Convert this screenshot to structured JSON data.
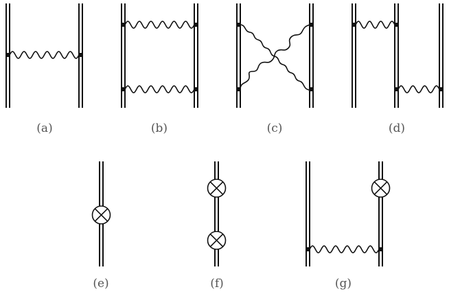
{
  "figure": {
    "panels": [
      {
        "id": "a",
        "caption": "(a)",
        "photons": 1,
        "insertions": 0
      },
      {
        "id": "b",
        "caption": "(b)",
        "photons": 2,
        "insertions": 0
      },
      {
        "id": "c",
        "caption": "(c)",
        "photons": 2,
        "insertions": 0,
        "crossed": true
      },
      {
        "id": "d",
        "caption": "(d)",
        "photons": 2,
        "insertions": 0,
        "staggered": true
      },
      {
        "id": "e",
        "caption": "(e)",
        "photons": 0,
        "insertions": 1
      },
      {
        "id": "f",
        "caption": "(f)",
        "photons": 0,
        "insertions": 2
      },
      {
        "id": "g",
        "caption": "(g)",
        "photons": 1,
        "insertions": 1
      }
    ],
    "colors": {
      "line": "#111111",
      "caption": "#555555",
      "background": "#ffffff"
    },
    "icons": {
      "vertex": "filled-square-dot",
      "insertion": "circled-cross"
    }
  }
}
